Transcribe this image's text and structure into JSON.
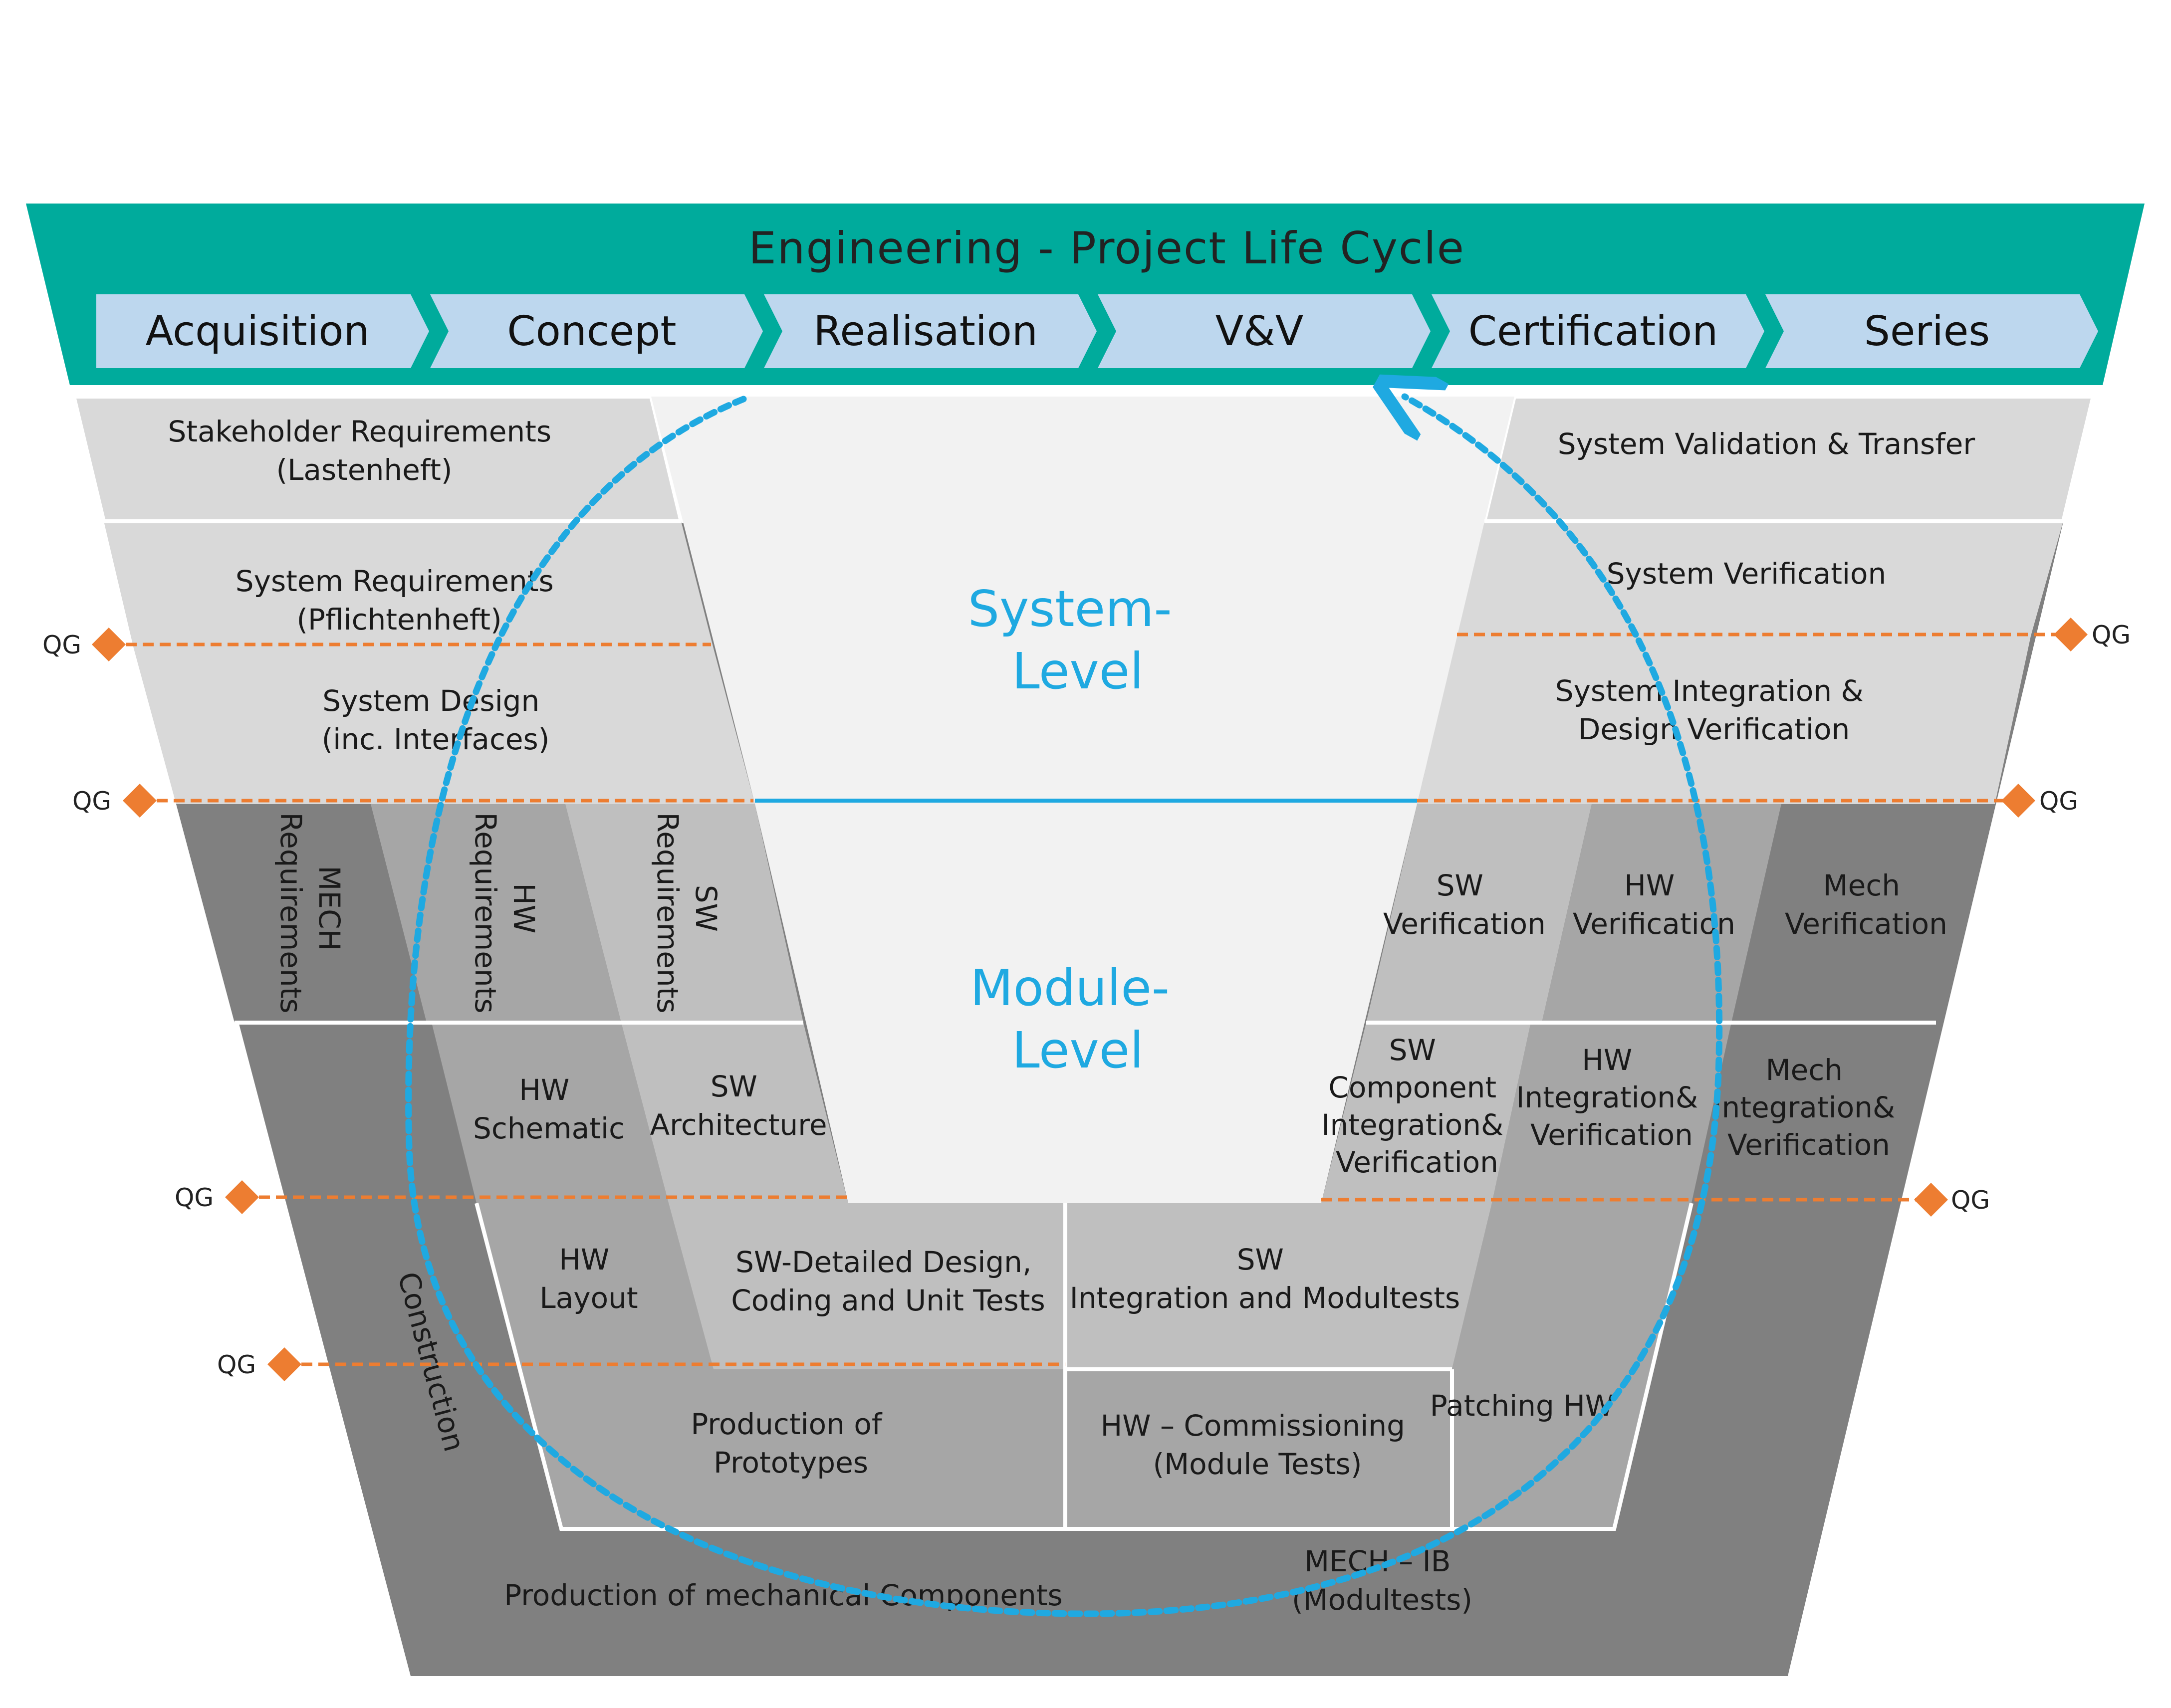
{
  "header": {
    "title": "Engineering - Project Life Cycle",
    "phases": [
      "Acquisition",
      "Concept",
      "Realisation",
      "V&V",
      "Certification",
      "Series"
    ]
  },
  "levels": {
    "system": [
      "System-",
      "Level"
    ],
    "module": [
      "Module-",
      "Level"
    ]
  },
  "cells": {
    "stakeholder_req": [
      "Stakeholder Requirements",
      "(Lastenheft)"
    ],
    "system_req": [
      "System Requirements",
      "(Pflichtenheft)"
    ],
    "system_design": [
      "System Design",
      "(inc. Interfaces)"
    ],
    "mech_req": [
      "MECH",
      "Requirements"
    ],
    "hw_req": [
      "HW",
      "Requirements"
    ],
    "sw_req": [
      "SW",
      "Requirements"
    ],
    "hw_schematic": [
      "HW",
      "Schematic"
    ],
    "sw_architecture": [
      "SW",
      "Architecture"
    ],
    "construction": [
      "Construction"
    ],
    "hw_layout": [
      "HW",
      "Layout"
    ],
    "sw_detailed": [
      "SW-Detailed Design,",
      "Coding and Unit Tests"
    ],
    "production_prototypes": [
      "Production of",
      "Prototypes"
    ],
    "production_mech": [
      "Production of mechanical Components"
    ],
    "system_validation": [
      "System Validation & Transfer"
    ],
    "system_verification": [
      "System Verification"
    ],
    "system_integration": [
      "System Integration &",
      "Design Verification"
    ],
    "sw_verification": [
      "SW",
      "Verification"
    ],
    "hw_verification": [
      "HW",
      "Verification"
    ],
    "mech_verification": [
      "Mech",
      "Verification"
    ],
    "sw_component": [
      "SW",
      "Component",
      "Integration&",
      "Verification"
    ],
    "hw_integration": [
      "HW",
      "Integration&",
      "Verification"
    ],
    "mech_integration": [
      "Mech",
      "Integration&",
      "Verification"
    ],
    "sw_integration_modultests": [
      "SW",
      "Integration and Modultests"
    ],
    "patching_hw": [
      "Patching HW"
    ],
    "hw_commissioning": [
      "HW – Commissioning",
      "(Module Tests)"
    ],
    "mech_ib": [
      "MECH – IB",
      "(Modultests)"
    ]
  },
  "quality_gate": {
    "label": "QG"
  },
  "colors": {
    "teal": "#00ab9c",
    "phase": "#bdd7ee",
    "light_gray": "#d9d9d9",
    "mid_gray": "#bfbfbf",
    "dark_gray": "#a6a6a6",
    "darker_gray": "#808080",
    "inner": "#f2f2f2",
    "blue": "#1fa9e1",
    "orange": "#ed7d31"
  }
}
